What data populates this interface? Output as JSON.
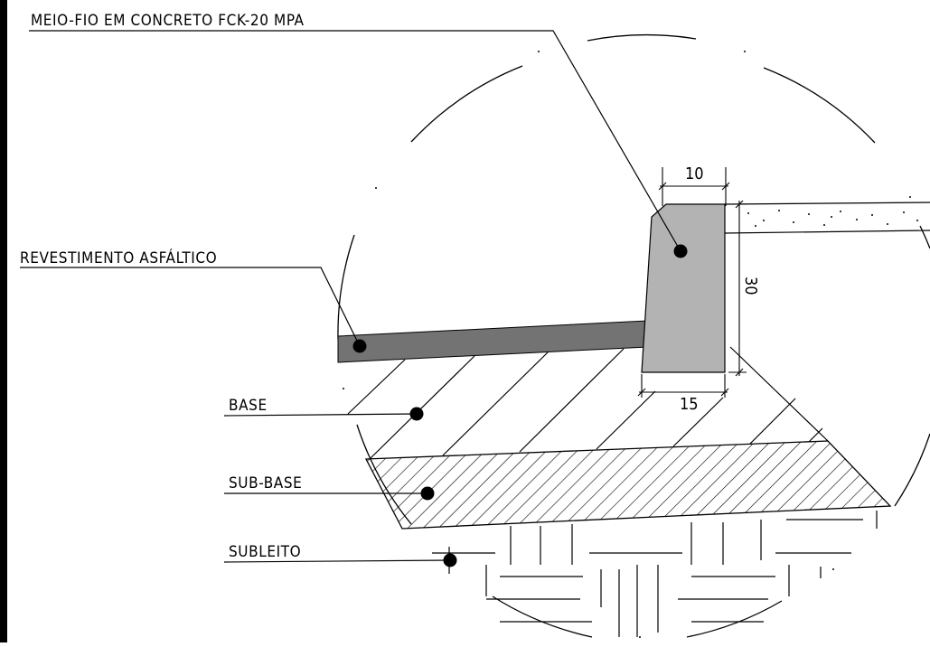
{
  "labels": {
    "curb": "MEIO-FIO EM CONCRETO FCK-20 MPA",
    "asphalt": "REVESTIMENTO ASFÁLTICO",
    "base": "BASE",
    "subbase": "SUB-BASE",
    "subgrade": "SUBLEITO"
  },
  "dimensions": {
    "top_width": "10",
    "height": "30",
    "bottom_width": "15"
  },
  "colors": {
    "curb_fill": "#b3b3b3",
    "asphalt_fill": "#737373",
    "line": "#000000"
  }
}
